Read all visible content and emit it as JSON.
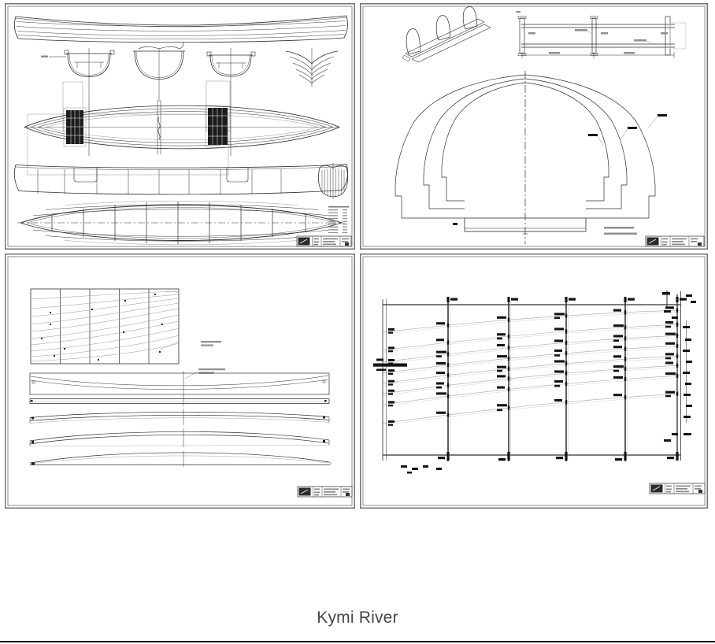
{
  "page": {
    "background": "#ffffff"
  },
  "image": {
    "kind": "blueprint-sheet-set",
    "grid": "2x2",
    "sheets": [
      {
        "id": "lines-plan",
        "position": "top-left",
        "content": "canoe lines plan: exterior profile, cross sections, plan view with cane seats, interior profile, half-breadth plan, stem views"
      },
      {
        "id": "molds",
        "position": "top-right",
        "content": "building jig isometric view, dimensioned strongback side view, nested station mold outlines"
      },
      {
        "id": "planking",
        "position": "bottom-left",
        "content": "plank nesting layout on sheet and five full-length plank patterns"
      },
      {
        "id": "offsets",
        "position": "bottom-right",
        "content": "plank development grid with station lines and dimension callouts"
      }
    ],
    "ink_color": "#2e2e2e",
    "faint_color": "#8f8f8f",
    "sheet_border_color": "#6a6a6a"
  },
  "caption": {
    "text": "Kymi River",
    "color": "#45484b"
  },
  "footer": {
    "divider_color": "#0e0e0e"
  }
}
